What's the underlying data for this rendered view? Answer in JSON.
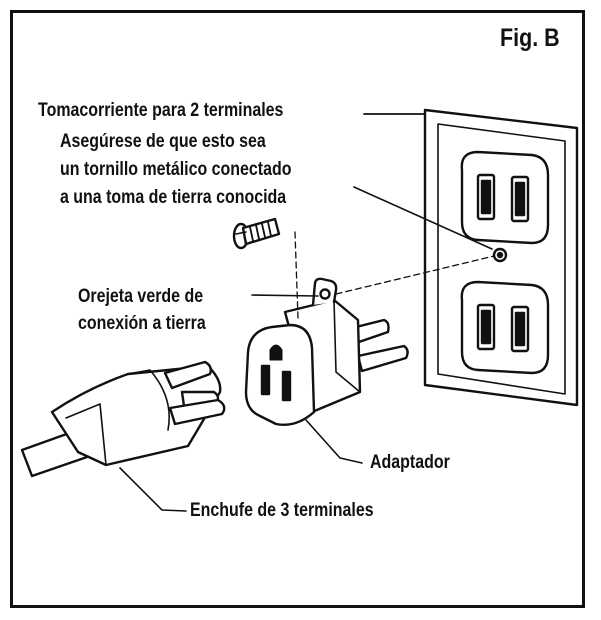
{
  "figure": {
    "label": "Fig. B"
  },
  "labels": {
    "outlet": "Tomacorriente para 2 terminales",
    "screw_note": [
      "Asegúrese de que esto sea",
      "un tornillo metálico conectado",
      "a una toma de tierra conocida"
    ],
    "ground_lug": [
      "Orejeta verde de",
      "conexión a tierra"
    ],
    "adapter": "Adaptador",
    "plug": "Enchufe de 3 terminales"
  },
  "colors": {
    "ink": "#111111",
    "paper": "#ffffff"
  }
}
